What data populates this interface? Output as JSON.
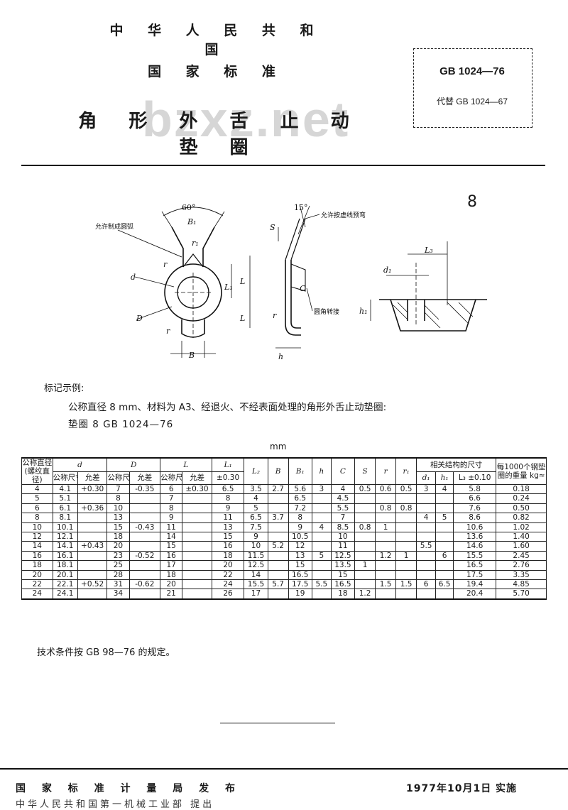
{
  "header": {
    "line1": "中 华 人 民 共 和 国",
    "line2": "国 家 标 准",
    "title": "角 形 外 舌 止 动 垫 圈",
    "watermark": "bzxz.net"
  },
  "standard": {
    "number": "GB 1024—76",
    "replaces": "代替 GB 1024—67"
  },
  "page_mark": "8",
  "diagram": {
    "angle60": "60°",
    "angle15": "15°",
    "note_arc": "允许制成圆弧",
    "note_pre": "允许按虚线预弯",
    "note_round": "圆角转接",
    "lbl_B1": "B₁",
    "lbl_r1": "r₁",
    "lbl_r": "r",
    "lbl_d": "d",
    "lbl_D": "D",
    "lbl_L1": "L₁",
    "lbl_L": "L",
    "lbl_B": "B",
    "lbl_S": "S",
    "lbl_C": "C",
    "lbl_h": "h",
    "lbl_L3": "L₃",
    "lbl_d1": "d₁",
    "lbl_h1": "h₁"
  },
  "marking": {
    "label": "标记示例:",
    "example": "公称直径 8 mm、材料为 A3、经退火、不经表面处理的角形外舌止动垫圈:",
    "designation": "垫圈  8  GB 1024—76"
  },
  "unit": "mm",
  "table": {
    "headers": {
      "nominal": "公称直径(螺纹直径)",
      "d": "d",
      "D": "D",
      "L": "L",
      "L1": "L₁",
      "L1_tol": "±0.30",
      "L2": "L₂",
      "B": "B",
      "B1": "B₁",
      "h": "h",
      "C": "C",
      "S": "S",
      "r": "r",
      "r1": "r₁",
      "related": "相关结构的尺寸",
      "d1": "d₁",
      "h1": "h₁",
      "L3": "L₃",
      "L3_tol": "±0.10",
      "weight": "每1000个钢垫圈的重量",
      "weight_unit": "kg≈",
      "nominal_size": "公称尺寸",
      "tolerance": "允差"
    },
    "rows": [
      [
        "4",
        "4.1",
        "+0.30",
        "7",
        "-0.35",
        "6",
        "±0.30",
        "6.5",
        "3.5",
        "2.7",
        "5.6",
        "3",
        "4",
        "0.5",
        "0.6",
        "0.5",
        "3",
        "4",
        "5.8",
        "0.18"
      ],
      [
        "5",
        "5.1",
        "",
        "8",
        "",
        "7",
        "",
        "8",
        "4",
        "",
        "6.5",
        "",
        "4.5",
        "",
        "",
        "",
        "",
        "",
        "6.6",
        "0.24"
      ],
      [
        "6",
        "6.1",
        "+0.36",
        "10",
        "",
        "8",
        "",
        "9",
        "5",
        "",
        "7.2",
        "",
        "5.5",
        "",
        "0.8",
        "0.8",
        "",
        "",
        "7.6",
        "0.50"
      ],
      [
        "8",
        "8.1",
        "",
        "13",
        "",
        "9",
        "",
        "11",
        "6.5",
        "3.7",
        "8",
        "",
        "7",
        "",
        "",
        "",
        "4",
        "5",
        "8.6",
        "0.82"
      ],
      [
        "10",
        "10.1",
        "",
        "15",
        "-0.43",
        "11",
        "",
        "13",
        "7.5",
        "",
        "9",
        "4",
        "8.5",
        "0.8",
        "1",
        "",
        "",
        "",
        "10.6",
        "1.02"
      ],
      [
        "12",
        "12.1",
        "",
        "18",
        "",
        "14",
        "",
        "15",
        "9",
        "",
        "10.5",
        "",
        "10",
        "",
        "",
        "",
        "",
        "",
        "13.6",
        "1.40"
      ],
      [
        "14",
        "14.1",
        "+0.43",
        "20",
        "",
        "15",
        "",
        "16",
        "10",
        "5.2",
        "12",
        "",
        "11",
        "",
        "",
        "",
        "5.5",
        "",
        "14.6",
        "1.60"
      ],
      [
        "16",
        "16.1",
        "",
        "23",
        "-0.52",
        "16",
        "",
        "18",
        "11.5",
        "",
        "13",
        "5",
        "12.5",
        "",
        "1.2",
        "1",
        "",
        "6",
        "15.5",
        "2.45"
      ],
      [
        "18",
        "18.1",
        "",
        "25",
        "",
        "17",
        "",
        "20",
        "12.5",
        "",
        "15",
        "",
        "13.5",
        "1",
        "",
        "",
        "",
        "",
        "16.5",
        "2.76"
      ],
      [
        "20",
        "20.1",
        "",
        "28",
        "",
        "18",
        "",
        "22",
        "14",
        "",
        "16.5",
        "",
        "15",
        "",
        "",
        "",
        "",
        "",
        "17.5",
        "3.35"
      ],
      [
        "22",
        "22.1",
        "+0.52",
        "31",
        "-0.62",
        "20",
        "",
        "24",
        "15.5",
        "5.7",
        "17.5",
        "5.5",
        "16.5",
        "",
        "1.5",
        "1.5",
        "6",
        "6.5",
        "19.4",
        "4.85"
      ],
      [
        "24",
        "24.1",
        "",
        "34",
        "",
        "21",
        "",
        "26",
        "17",
        "",
        "19",
        "",
        "18",
        "1.2",
        "",
        "",
        "",
        "",
        "20.4",
        "5.70"
      ]
    ]
  },
  "tech_note": "技术条件按 GB 98—76 的规定。",
  "footer": {
    "publisher": "国 家 标 准 计 量 局 发 布",
    "date": "1977年10月1日  实施",
    "proposer": "中华人民共和国第一机械工业部 提出"
  }
}
